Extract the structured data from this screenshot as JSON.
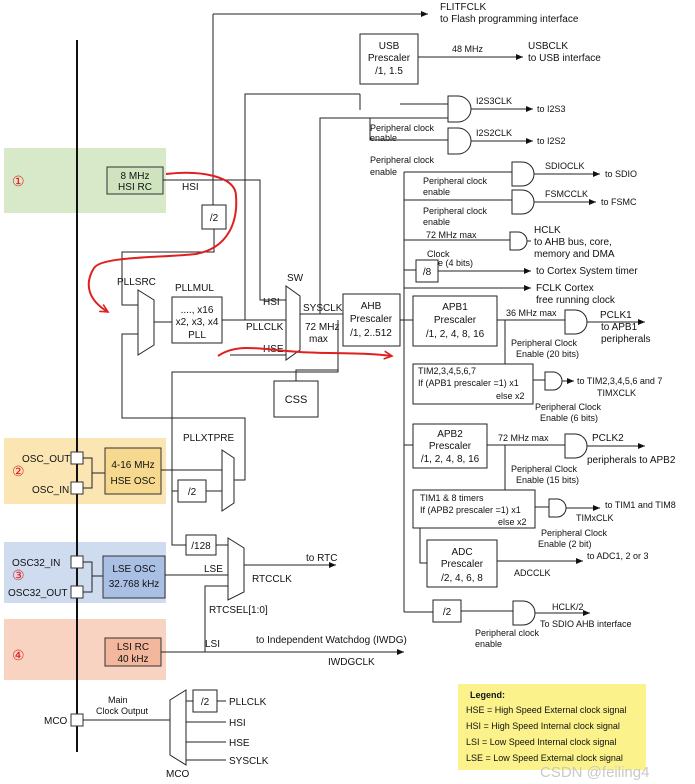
{
  "colors": {
    "zone_green": "#d7e9c9",
    "zone_yellow": "#fbe6b3",
    "zone_blue": "#cfdcef",
    "zone_orange": "#f8d3c2",
    "box_green": "#cfe3bf",
    "box_yellow": "#f6d98e",
    "box_blue": "#a9bfe3",
    "box_orange": "#f2b79c",
    "legend": "#fbf28b",
    "annotation": "#e02020",
    "watermark": "#c9c9c9"
  },
  "markers": {
    "m1": "①",
    "m2": "②",
    "m3": "③",
    "m4": "④"
  },
  "sources": {
    "hsi_rc": [
      "8 MHz",
      "HSI RC"
    ],
    "hse_osc": [
      "4-16 MHz",
      "HSE OSC"
    ],
    "lse_osc": [
      "LSE OSC",
      "32.768 kHz"
    ],
    "lsi_rc": [
      "LSI RC",
      "40 kHz"
    ]
  },
  "pins": {
    "osc_out": "OSC_OUT",
    "osc_in": "OSC_IN",
    "osc32_in": "OSC32_IN",
    "osc32_out": "OSC32_OUT",
    "mco": "MCO"
  },
  "blocks": {
    "div2_hsi": "/2",
    "pll": [
      "PLLMUL",
      "...., x16",
      "x2, x3, x4",
      "PLL"
    ],
    "pllsrc": "PLLSRC",
    "sw": "SW",
    "usb": [
      "USB",
      "Prescaler",
      "/1, 1.5"
    ],
    "ahb": [
      "AHB",
      "Prescaler",
      "/1, 2..512"
    ],
    "css": "CSS",
    "div8": "/8",
    "apb1": [
      "APB1",
      "Prescaler",
      "/1, 2, 4, 8, 16"
    ],
    "tim_apb1": [
      "TIM2,3,4,5,6,7",
      "If (APB1 prescaler =1) x1",
      "else  x2"
    ],
    "apb2": [
      "APB2",
      "Prescaler",
      "/1, 2, 4, 8, 16"
    ],
    "tim_apb2": [
      "TIM1 & 8 timers",
      "If (APB2 prescaler =1) x1",
      "else x2"
    ],
    "adc": [
      "ADC",
      "Prescaler",
      "/2, 4, 6, 8"
    ],
    "div2_sdio": "/2",
    "pllxtpre": "PLLXTPRE",
    "div2_hse": "/2",
    "div128": "/128",
    "rtcsel": "RTCSEL[1:0]",
    "mco_div2": "/2"
  },
  "signals": {
    "hsi": "HSI",
    "hsi2": "HSI",
    "pllclk": "PLLCLK",
    "hse": "HSE",
    "sysclk": "SYSCLK",
    "max72": [
      "72 MHz",
      "max"
    ],
    "lse": "LSE",
    "rtcclk": "RTCCLK",
    "lsi": "LSI",
    "iwdgclk": "IWDGCLK"
  },
  "outputs": {
    "flitf": [
      "FLITFCLK",
      "to Flash programming interface"
    ],
    "usb_freq": "48 MHz",
    "usb": [
      "USBCLK",
      "to USB interface"
    ],
    "i2s3": [
      "I2S3CLK",
      "to I2S3"
    ],
    "i2s2": [
      "I2S2CLK",
      "to I2S2"
    ],
    "sdio": [
      "SDIOCLK",
      "to SDIO"
    ],
    "fsmc": [
      "FSMCCLK",
      "to FSMC"
    ],
    "hclk": [
      "HCLK",
      "to AHB bus, core,",
      "memory and DMA"
    ],
    "hclk_max": "72 MHz max",
    "clock_enable": [
      "Clock",
      "Enable (4 bits)"
    ],
    "systimer": "to Cortex System timer",
    "fclk": [
      "FCLK Cortex",
      "free running clock"
    ],
    "apb1_max": "36 MHz max",
    "pclk1": [
      "PCLK1",
      "to APB1",
      "peripherals"
    ],
    "pclk1_en": [
      "Peripheral Clock",
      "Enable (20 bits)"
    ],
    "timx1": [
      "to TIM2,3,4,5,6 and 7",
      "TIMXCLK"
    ],
    "timx1_en": [
      "Peripheral Clock",
      "Enable (6 bits)"
    ],
    "apb2_max": "72 MHz max",
    "pclk2": [
      "PCLK2",
      "peripherals to APB2"
    ],
    "pclk2_en": [
      "Peripheral Clock",
      "Enable (15 bits)"
    ],
    "timx2": [
      "to TIM1 and TIM8",
      "TIMxCLK"
    ],
    "timx2_en": [
      "Peripheral Clock",
      "Enable (2 bit)"
    ],
    "adc": [
      "to ADC1, 2 or 3",
      "ADCCLK"
    ],
    "hclk2": [
      "HCLK/2",
      "To SDIO AHB interface"
    ],
    "hclk2_en": [
      "Peripheral clock",
      "enable"
    ],
    "rtc": "to RTC",
    "iwdg": "to Independent Watchdog (IWDG)",
    "periph_clock_enable": [
      "Peripheral clock",
      "enable"
    ]
  },
  "mco": {
    "title": [
      "Main",
      "Clock Output"
    ],
    "inputs": [
      "PLLCLK",
      "HSI",
      "HSE",
      "SYSCLK"
    ]
  },
  "legend": {
    "title": "Legend:",
    "items": [
      {
        "abbr": "HSE",
        "text": " = High Speed External clock signal"
      },
      {
        "abbr": "HSI",
        "text": " = High Speed Internal clock signal"
      },
      {
        "abbr": "LSI",
        "text": " = Low Speed Internal clock signal"
      },
      {
        "abbr": "LSE",
        "text": " = Low Speed External clock signal"
      }
    ]
  },
  "watermark": "CSDN @feiling4"
}
